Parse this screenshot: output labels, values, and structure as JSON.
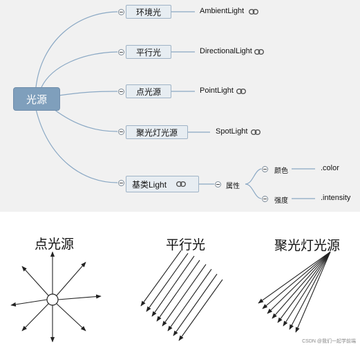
{
  "mindmap": {
    "root": "光源",
    "branches": [
      {
        "label": "环境光",
        "leaf": "AmbientLight"
      },
      {
        "label": "平行光",
        "leaf": "DirectionalLight"
      },
      {
        "label": "点光源",
        "leaf": "PointLight"
      },
      {
        "label": "聚光灯光源",
        "leaf": "SpotLight"
      },
      {
        "label": "基类Light",
        "attr": "属性",
        "sub": [
          {
            "label": "颜色",
            "value": ".color"
          },
          {
            "label": "强度",
            "value": ".intensity"
          }
        ]
      }
    ]
  },
  "illustrations": {
    "point": "点光源",
    "directional": "平行光",
    "spot": "聚光灯光源"
  },
  "watermark": "CSDN @我们一起学前端",
  "colors": {
    "root_fill": "#7f9fbc",
    "node_fill": "#e7edf2",
    "connector": "#8aa8c4"
  }
}
